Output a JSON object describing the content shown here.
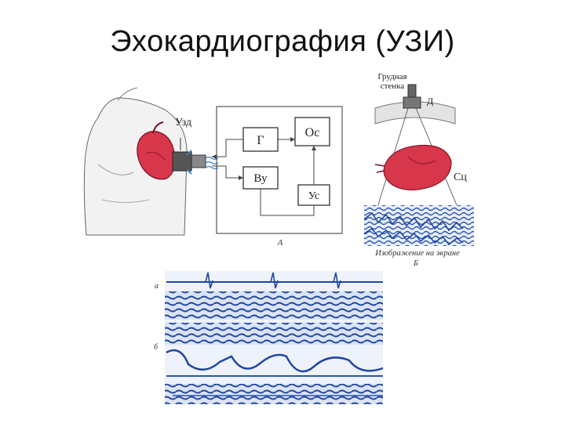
{
  "slide": {
    "title": "Эхокардиография  (УЗИ)"
  },
  "diagram_a": {
    "probe_label": "Узд",
    "blocks": {
      "generator": "Г",
      "oscilloscope": "Ос",
      "receiver": "Ву",
      "amplifier": "Ус"
    },
    "caption": "А"
  },
  "diagram_b": {
    "chest_wall_label_line1": "Грудная",
    "chest_wall_label_line2": "стенка",
    "sensor_label": "Д",
    "heart_label": "Сц",
    "screen_caption": "Изображение на экране",
    "caption": "Б"
  },
  "echogram": {
    "label_a": "а",
    "label_b": "б"
  },
  "colors": {
    "heart": "#d8364a",
    "echo_blue": "#2a55b0",
    "frame": "#555555"
  }
}
